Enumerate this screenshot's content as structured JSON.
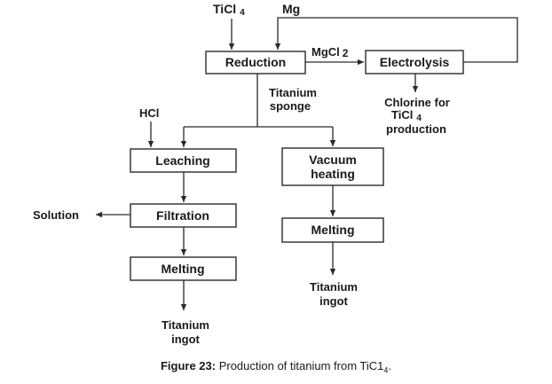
{
  "inputs": {
    "ticl": "TiCl",
    "ticl_sub": "4",
    "mg": "Mg",
    "hcl": "HCl"
  },
  "boxes": {
    "reduction": "Reduction",
    "electrolysis": "Electrolysis",
    "leaching": "Leaching",
    "filtration": "Filtration",
    "melting_left": "Melting",
    "vacuum_line1": "Vacuum",
    "vacuum_line2": "heating",
    "melting_right": "Melting"
  },
  "labels": {
    "mgcl": "MgCl",
    "mgcl_sub": "2",
    "sponge_line1": "Titanium",
    "sponge_line2": "sponge",
    "chlorine_line1": "Chlorine for",
    "chlorine_line2": "TiCl",
    "chlorine_line2_sub": "4",
    "chlorine_line3": "production",
    "solution": "Solution",
    "ingot_left_line1": "Titanium",
    "ingot_left_line2": "ingot",
    "ingot_right_line1": "Titanium",
    "ingot_right_line2": "ingot"
  },
  "caption": {
    "label": "Figure 23:",
    "text": " Production of titanium from TiC1",
    "sub": "4",
    "end": "."
  }
}
